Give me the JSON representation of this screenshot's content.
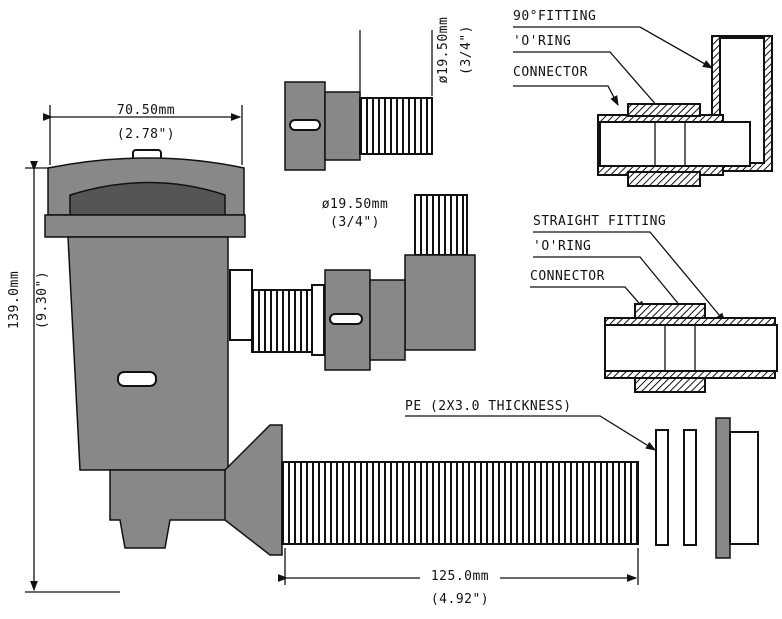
{
  "dimensions": {
    "width": {
      "mm": "70.50mm",
      "inch": "(2.78\")"
    },
    "height": {
      "mm": "139.0mm",
      "inch": "(9.30\")"
    },
    "top_outlet": {
      "mm": "ø19.50mm",
      "inch": "(3/4\")"
    },
    "elbow_outlet": {
      "mm": "ø19.50mm",
      "inch": "(3/4\")"
    },
    "thread_length": {
      "mm": "125.0mm",
      "inch": "(4.92\")"
    }
  },
  "labels": {
    "fitting_90": {
      "title": "90°FITTING",
      "oring": "'O'RING",
      "connector": "CONNECTOR"
    },
    "fitting_straight": {
      "title": "STRAIGHT FITTING",
      "oring": "'O'RING",
      "connector": "CONNECTOR"
    },
    "pe": "PE (2X3.0 THICKNESS)"
  }
}
